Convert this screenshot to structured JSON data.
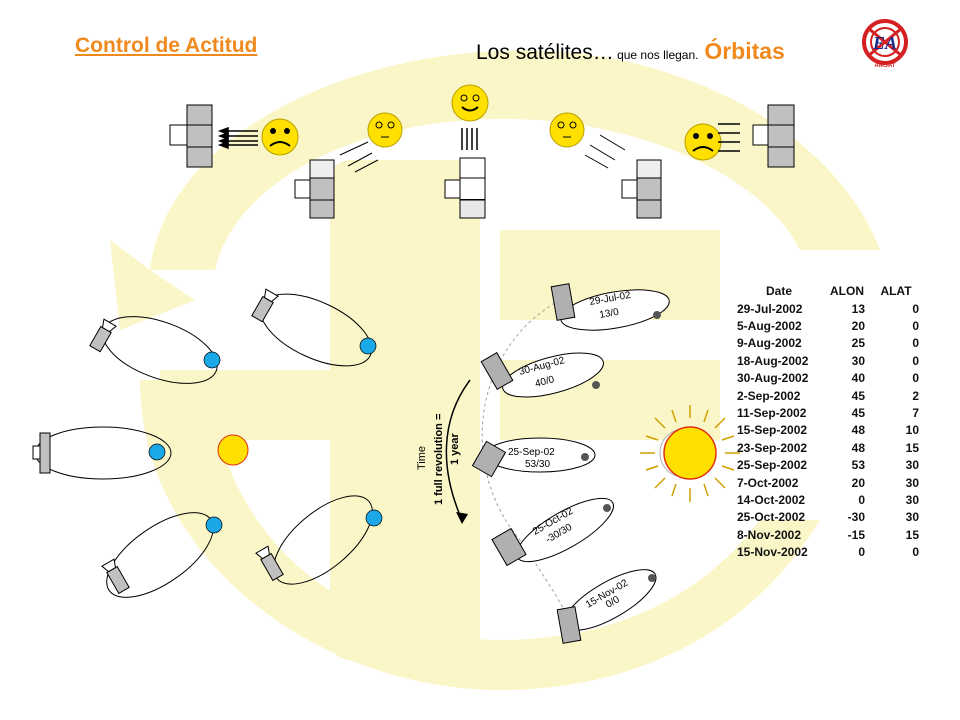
{
  "header": {
    "title": "Control de Actitud",
    "subtitle_main": "Los satélites…",
    "subtitle_small": " que nos llegan.",
    "subtitle_accent": "Órbitas"
  },
  "logo": {
    "text": "EA",
    "label": "AMSAT",
    "color": "#d42020"
  },
  "time_axis": {
    "label_time": "Time",
    "label_revolution": "1 full revolution =",
    "label_year": "1 year"
  },
  "orbit_labels": [
    {
      "date": "29-Jul-02",
      "angles": "13/0"
    },
    {
      "date": "30-Aug-02",
      "angles": "40/0"
    },
    {
      "date": "25-Sep-02",
      "angles": "53/30"
    },
    {
      "date": "25-Oct-02",
      "angles": "-30/30"
    },
    {
      "date": "15-Nov-02",
      "angles": "0/0"
    }
  ],
  "table": {
    "headers": [
      "Date",
      "ALON",
      "ALAT"
    ],
    "rows": [
      [
        "29-Jul-2002",
        "13",
        "0"
      ],
      [
        "5-Aug-2002",
        "20",
        "0"
      ],
      [
        "9-Aug-2002",
        "25",
        "0"
      ],
      [
        "18-Aug-2002",
        "30",
        "0"
      ],
      [
        "30-Aug-2002",
        "40",
        "0"
      ],
      [
        "2-Sep-2002",
        "45",
        "2"
      ],
      [
        "11-Sep-2002",
        "45",
        "7"
      ],
      [
        "15-Sep-2002",
        "48",
        "10"
      ],
      [
        "23-Sep-2002",
        "48",
        "15"
      ],
      [
        "25-Sep-2002",
        "53",
        "30"
      ],
      [
        "7-Oct-2002",
        "20",
        "30"
      ],
      [
        "14-Oct-2002",
        "0",
        "30"
      ],
      [
        "25-Oct-2002",
        "-30",
        "30"
      ],
      [
        "8-Nov-2002",
        "-15",
        "15"
      ],
      [
        "15-Nov-2002",
        "0",
        "0"
      ]
    ]
  },
  "colors": {
    "accent": "#f08a1e",
    "background_watermark": "#fbf6c8",
    "sun": "#ffe000",
    "sun_edge": "#e03010",
    "earth_blue": "#1aa8e8",
    "satellite_gray": "#c0c0c0"
  }
}
